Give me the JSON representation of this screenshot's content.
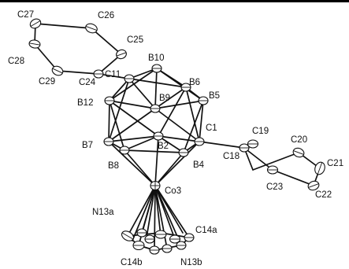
{
  "labels": {
    "c27": "C27",
    "c26": "C26",
    "c25": "C25",
    "c28": "C28",
    "c29": "C29",
    "c24": "C24",
    "c11": "C11",
    "b10": "B10",
    "b6": "B6",
    "b12": "B12",
    "b9": "B9",
    "b5": "B5",
    "c1": "C1",
    "c19": "C19",
    "c20": "C20",
    "b7": "B7",
    "b2": "B2",
    "c18": "C18",
    "c21": "C21",
    "b4": "B4",
    "b8": "B8",
    "c23": "C23",
    "c22": "C22",
    "co3": "Co3",
    "n13a": "N13a",
    "c14a": "C14a",
    "c14b": "C14b",
    "n13b": "N13b"
  }
}
